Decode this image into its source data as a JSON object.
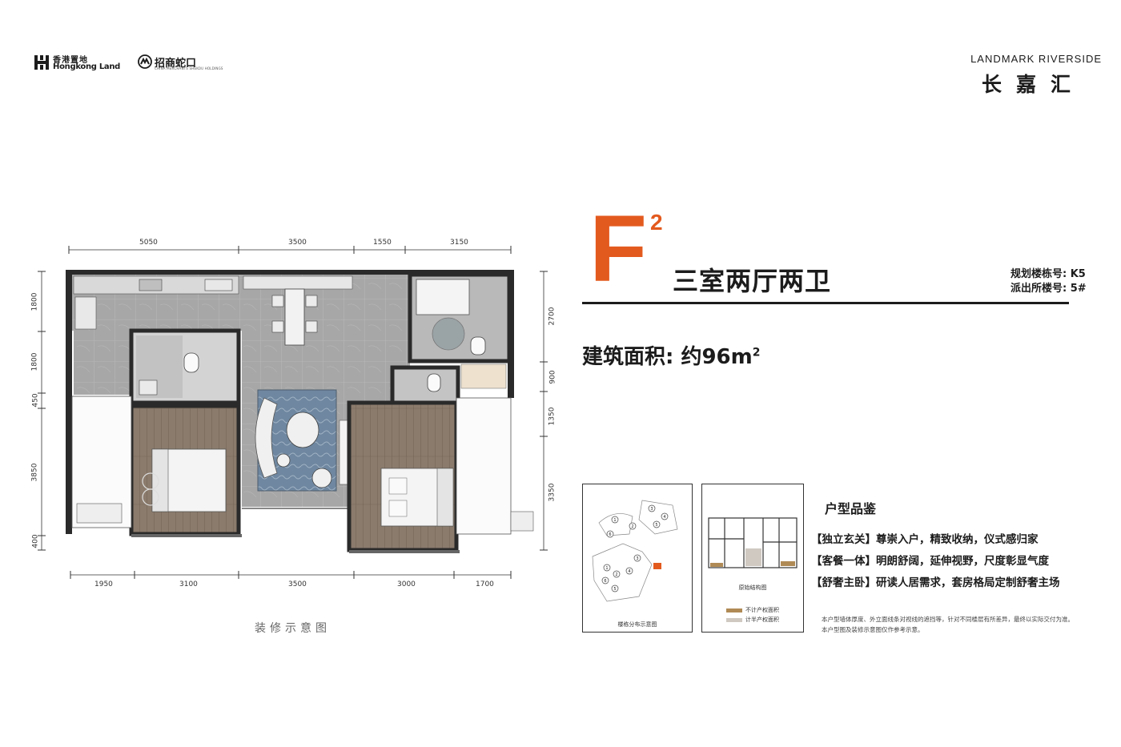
{
  "header": {
    "hkl_cn": "香港置地",
    "hkl_en": "Hongkong Land",
    "cm_cn": "招商蛇口",
    "cm_en": "CHINA MERCHANTS SHEKOU HOLDINGS",
    "project_en": "LANDMARK RIVERSIDE",
    "project_cn": "长嘉汇"
  },
  "title": {
    "letter": "F",
    "sup": "2",
    "layout": "三室两厅两卫",
    "building_plan": "规划楼栋号: K5",
    "building_police": "派出所楼号: 5#",
    "area_prefix": "建筑面积: 约96m",
    "area_sup": "2"
  },
  "plan": {
    "dims_top": [
      "5050",
      "3500",
      "1550",
      "3150"
    ],
    "dims_bottom": [
      "1950",
      "3100",
      "3500",
      "3000",
      "1700"
    ],
    "dims_left": [
      "1800",
      "1800",
      "450",
      "3850",
      "400"
    ],
    "dims_right": [
      "2700",
      "900",
      "1350",
      "3350"
    ],
    "caption": "装修示意图"
  },
  "cards": {
    "site_label": "楼栋分布示意图",
    "structure_label": "原始结构图",
    "legend_1": "不计产权面积",
    "legend_2": "计半产权面积",
    "legend_colors": [
      "#b08a55",
      "#cfc9c2"
    ],
    "site_numbers": [
      "1",
      "2",
      "3",
      "4",
      "5",
      "6",
      "1",
      "2",
      "3",
      "4",
      "5",
      "6"
    ]
  },
  "features": {
    "heading": "户型品鉴",
    "items": [
      "【独立玄关】尊崇入户，精致收纳，仪式感归家",
      "【客餐一体】明朗舒阔，延伸视野，尺度彰显气度",
      "【舒奢主卧】研读人居需求，套房格局定制舒奢主场"
    ],
    "note_1": "本户型墙体厚度、外立面线条对视线的遮挡等，针对不同楼层有所差异，最终以实际交付为准。",
    "note_2": "本户型图及装修示意图仅作参考示意。"
  },
  "colors": {
    "accent": "#e35a1e",
    "text": "#1c1c1c"
  }
}
